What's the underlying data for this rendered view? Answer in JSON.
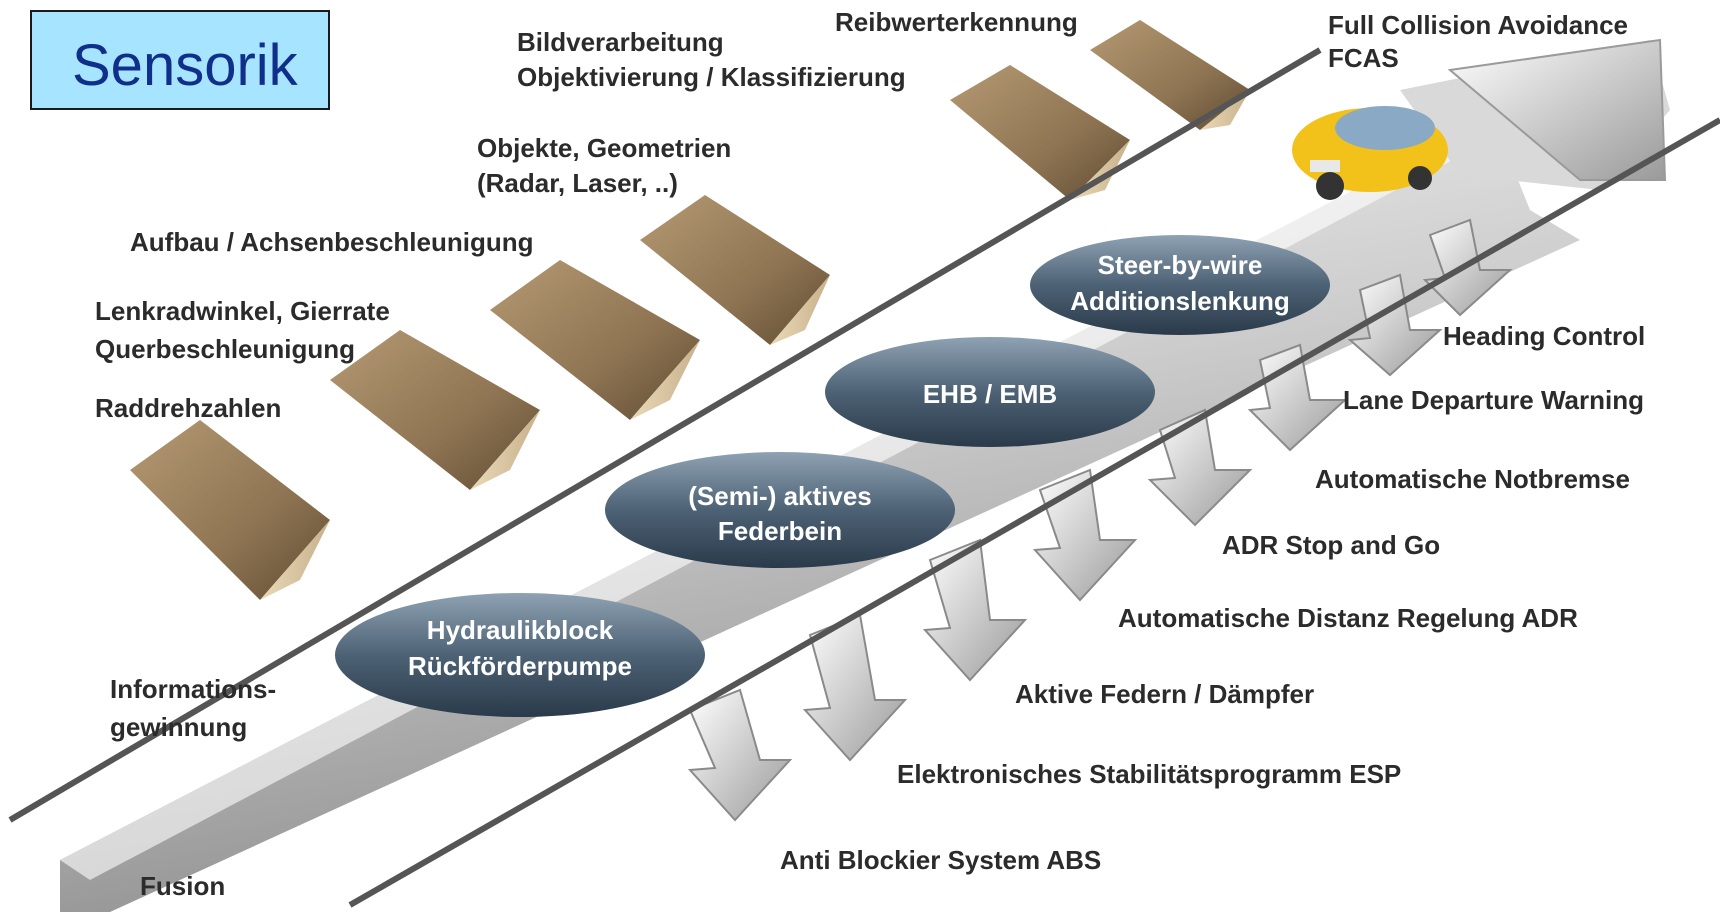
{
  "title": "Sensorik",
  "sensors": [
    "Reibwerterkennung",
    "Bildverarbeitung",
    "Objektivierung / Klassifizierung",
    "Objekte, Geometrien",
    "(Radar, Laser, ..)",
    "Aufbau / Achsenbeschleunigung",
    "Lenkradwinkel, Gierrate",
    "Querbeschleunigung",
    "Raddrehzahlen"
  ],
  "goal": {
    "line1": "Full Collision Avoidance",
    "line2": "FCAS"
  },
  "actuators": {
    "a1_line1": "Steer-by-wire",
    "a1_line2": "Additionslenkung",
    "a2": "EHB / EMB",
    "a3_line1": "(Semi-) aktives",
    "a3_line2": "Federbein",
    "a4_line1": "Hydraulikblock",
    "a4_line2": "Rückförderpumpe"
  },
  "functions": [
    "Heading Control",
    "Lane Departure Warning",
    "Automatische Notbremse",
    "ADR Stop and Go",
    "Automatische Distanz Regelung ADR",
    "Aktive Federn / Dämpfer",
    "Elektronisches Stabilitätsprogramm ESP",
    "Anti Blockier System ABS"
  ],
  "stages": {
    "info_line1": "Informations-",
    "info_line2": "gewinnung",
    "fusion": "Fusion"
  }
}
